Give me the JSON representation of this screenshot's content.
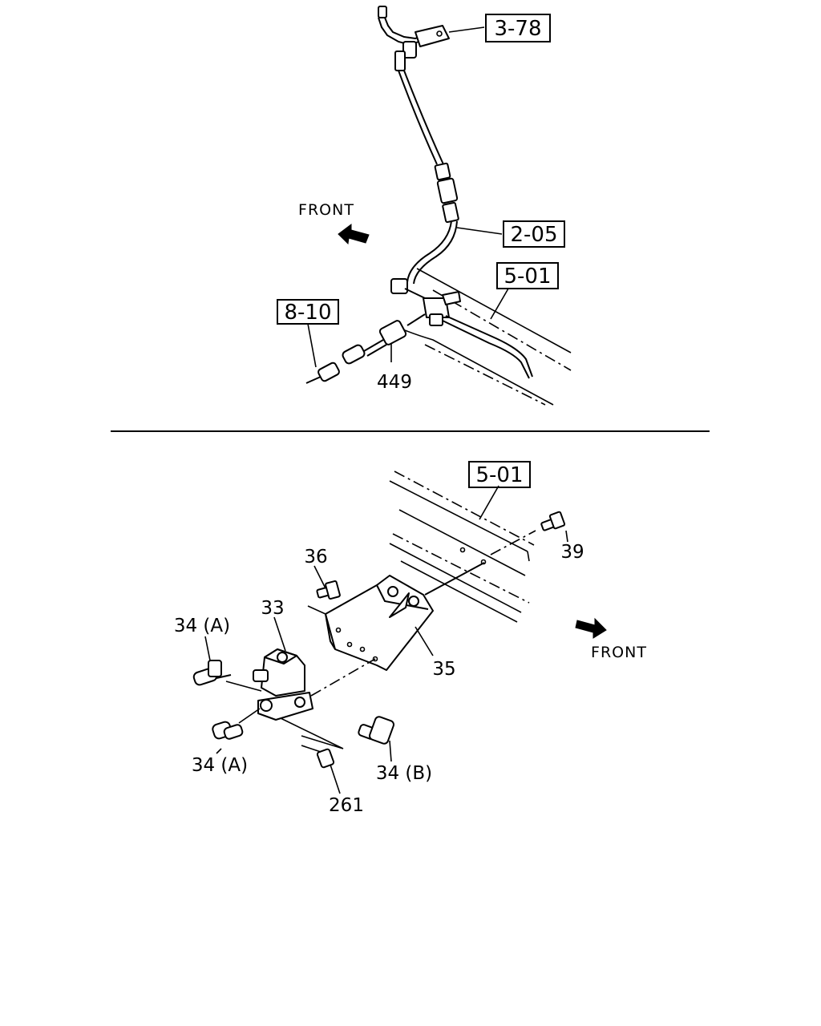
{
  "upper_diagram": {
    "ref_boxes": {
      "ref_3_78": "3-78",
      "ref_2_05": "2-05",
      "ref_5_01": "5-01",
      "ref_8_10": "8-10"
    },
    "part_labels": {
      "p449": "449"
    },
    "direction_label": "FRONT"
  },
  "lower_diagram": {
    "ref_boxes": {
      "ref_5_01": "5-01"
    },
    "part_labels": {
      "p39": "39",
      "p36": "36",
      "p33": "33",
      "p34a_top": "34 (A)",
      "p35": "35",
      "p34a_bottom": "34 (A)",
      "p34b": "34 (B)",
      "p261": "261"
    },
    "direction_label": "FRONT"
  }
}
